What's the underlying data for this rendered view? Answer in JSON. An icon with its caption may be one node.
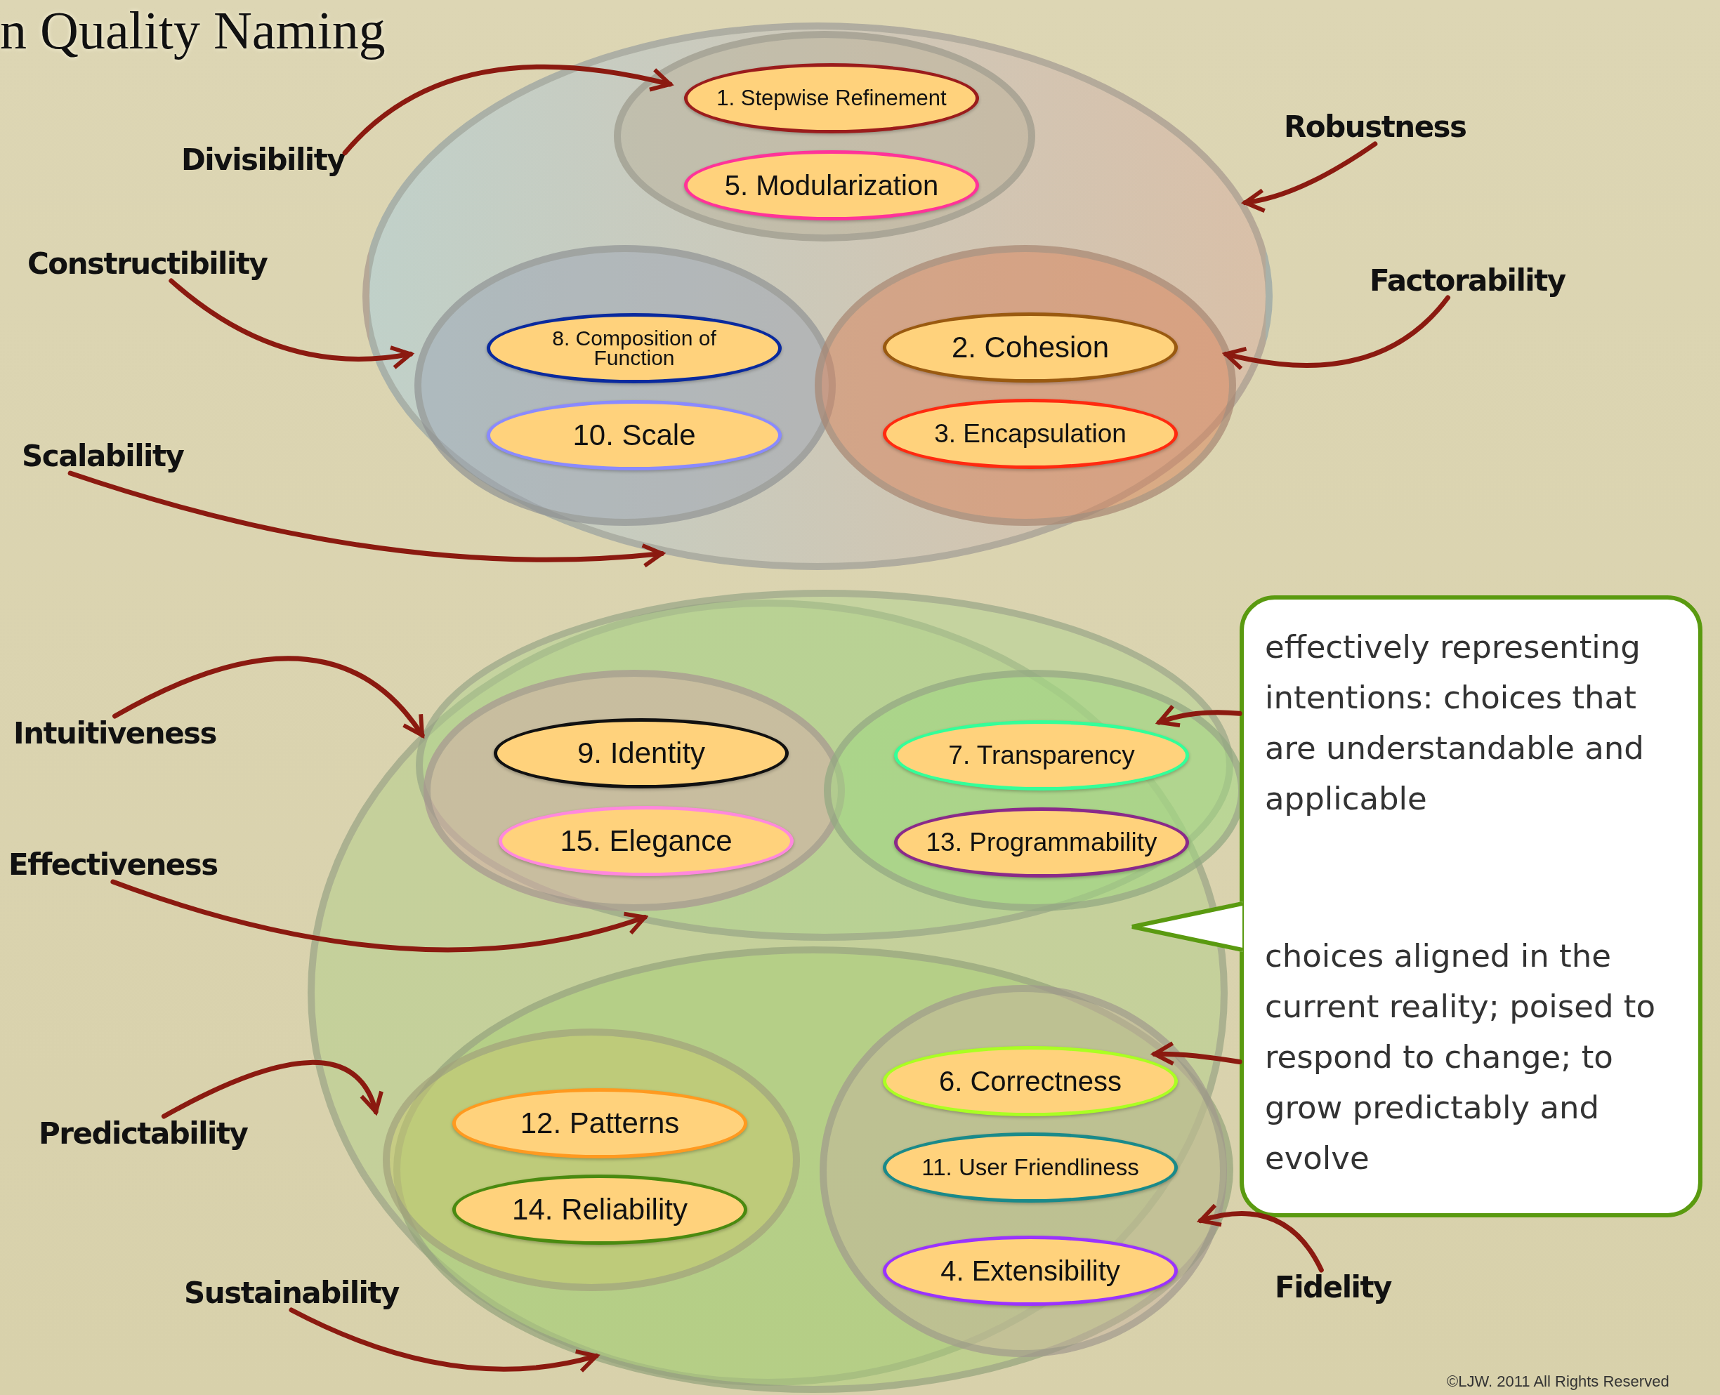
{
  "diagram": {
    "title": "n Quality Naming",
    "nodes": [
      {
        "text": [],
        "shape": "ellipse"
      },
      {
        "text": [],
        "shape": "ellipse",
        "in": 0
      },
      {
        "text": [
          "1. Stepwise Refinement"
        ],
        "in": 1
      },
      {
        "text": [
          "5. Modularization"
        ],
        "in": 1
      },
      {
        "text": [],
        "shape": "ellipse",
        "in": 0
      },
      {
        "text": [
          "8. Composition of Function"
        ],
        "in": 4
      },
      {
        "text": [
          "10. Scale"
        ],
        "in": 4
      },
      {
        "text": [],
        "shape": "ellipse",
        "in": 0
      },
      {
        "text": [
          "2. Cohesion"
        ],
        "in": 7
      },
      {
        "text": [
          "3. Encapsulation"
        ],
        "in": 7
      },
      {
        "text": [],
        "shape": "ellipse"
      },
      {
        "text": [],
        "shape": "ellipse",
        "in": 10
      },
      {
        "text": [],
        "shape": "ellipse",
        "in": 11
      },
      {
        "text": [
          "9. Identity"
        ],
        "in": 12
      },
      {
        "text": [
          "15. Elegance"
        ],
        "in": 12
      },
      {
        "text": [],
        "shape": "ellipse",
        "in": 11
      },
      {
        "text": [
          "7. Transparency"
        ],
        "in": 15
      },
      {
        "text": [
          "13. Programmability"
        ],
        "in": 15
      },
      {
        "text": [],
        "shape": "ellipse",
        "in": 10
      },
      {
        "text": [],
        "shape": "ellipse",
        "in": 18
      },
      {
        "text": [
          "12. Patterns"
        ],
        "in": 19
      },
      {
        "text": [
          "14. Reliability"
        ],
        "in": 19
      },
      {
        "text": [],
        "shape": "ellipse",
        "in": 18
      },
      {
        "text": [
          "6. Correctness"
        ],
        "in": 22
      },
      {
        "text": [
          "11. User Friendliness"
        ],
        "in": 22
      },
      {
        "text": [
          "4. Extensibility"
        ],
        "in": 22
      },
      {
        "text": [
          "Divisibility"
        ]
      },
      {
        "text": [
          "Robustness"
        ]
      },
      {
        "text": [
          "Constructibility"
        ]
      },
      {
        "text": [
          "Factorability"
        ]
      },
      {
        "text": [
          "Scalability"
        ]
      },
      {
        "text": [
          "Intuitiveness"
        ]
      },
      {
        "text": [
          "Effectiveness"
        ]
      },
      {
        "text": [
          "Predictability"
        ]
      },
      {
        "text": [
          "Sustainability"
        ]
      },
      {
        "text": [
          "Fidelity"
        ]
      },
      {
        "text": [
          "effectively representing intentions: choices that are understandable and applicable",
          "choices aligned in the current reality; poised to respond to change; to grow predictably and evolve"
        ]
      }
    ],
    "edges": [
      {
        "from": 26,
        "to": 2,
        "arrow": "to"
      },
      {
        "from": 27,
        "to": 0,
        "arrow": "to"
      },
      {
        "from": 28,
        "to": 4,
        "arrow": "to"
      },
      {
        "from": 29,
        "to": 7,
        "arrow": "to"
      },
      {
        "from": 30,
        "to": 0,
        "arrow": "to"
      },
      {
        "from": 31,
        "to": 12,
        "arrow": "to"
      },
      {
        "from": 32,
        "to": 11,
        "arrow": "to"
      },
      {
        "from": 36,
        "to": 16,
        "arrow": "to"
      },
      {
        "from": 36,
        "to": 23,
        "arrow": "to"
      },
      {
        "from": 35,
        "to": 22,
        "arrow": "to"
      },
      {
        "from": 33,
        "to": 19,
        "arrow": "to"
      },
      {
        "from": 34,
        "to": 18,
        "arrow": "to"
      }
    ],
    "labels": [
      "©LJW. 2011 All Rights Reserved"
    ]
  }
}
